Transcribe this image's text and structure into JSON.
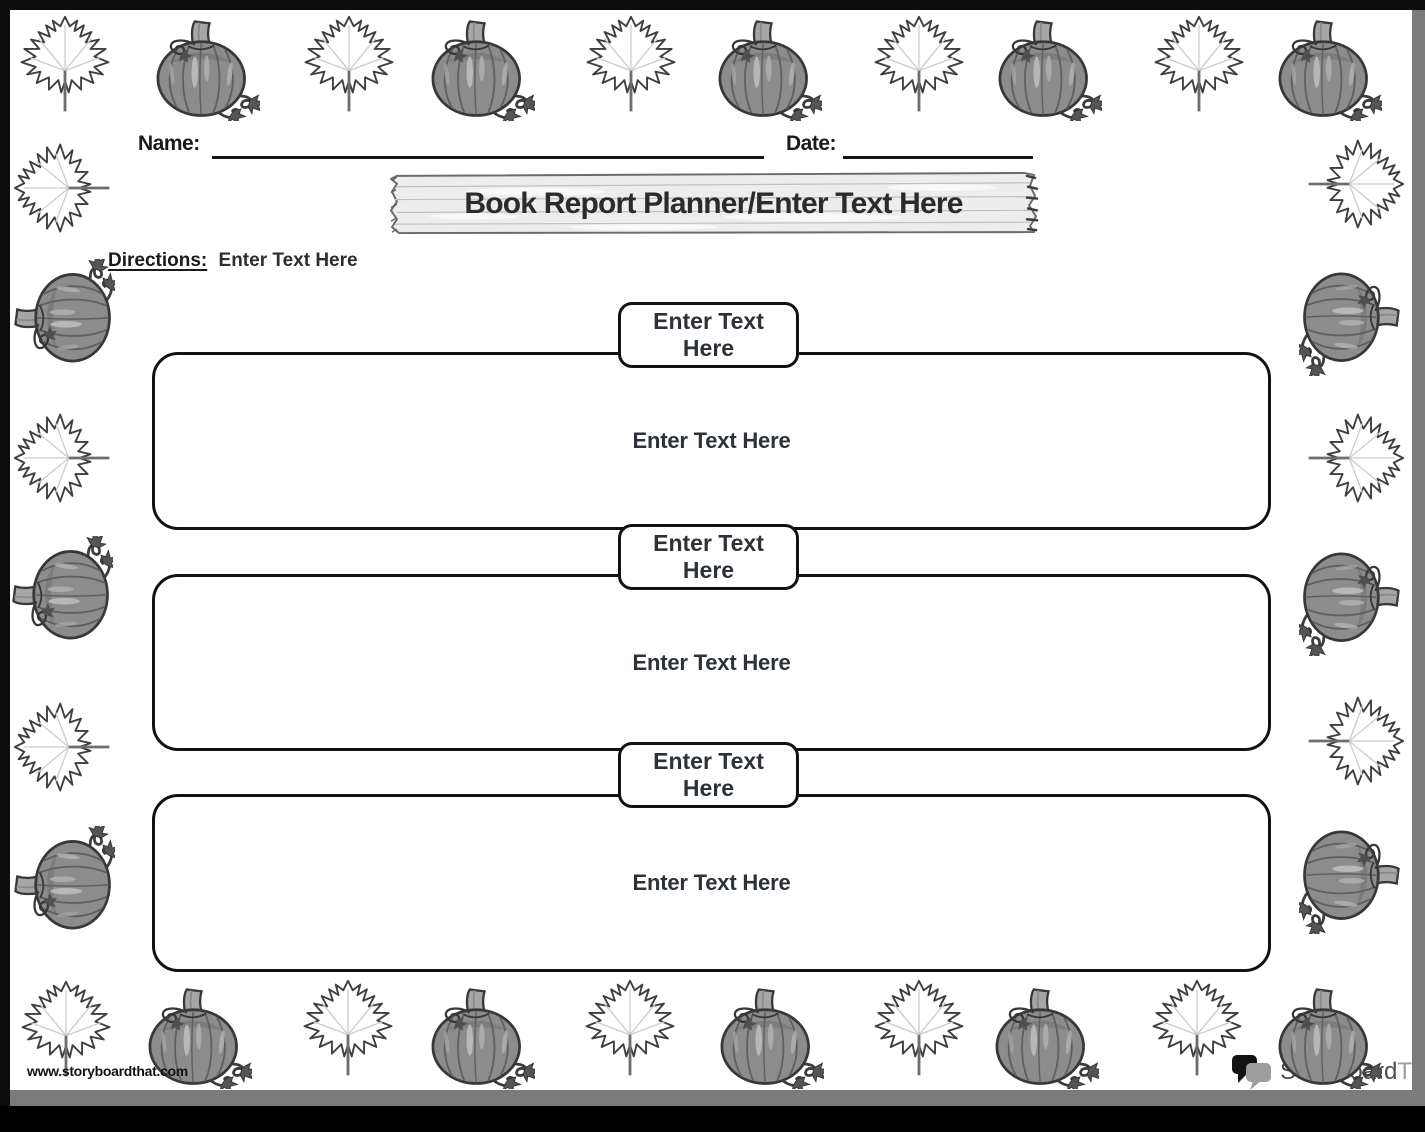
{
  "header": {
    "name_label": "Name:",
    "date_label": "Date:",
    "title": "Book Report Planner/Enter Text Here",
    "directions_label": "Directions:",
    "directions_text": "Enter Text Here"
  },
  "sections": [
    {
      "label": "Enter Text Here",
      "body": "Enter Text Here"
    },
    {
      "label": "Enter Text Here",
      "body": "Enter Text Here"
    },
    {
      "label": "Enter Text Here",
      "body": "Enter Text Here"
    }
  ],
  "footer": {
    "website": "www.storyboardthat.com",
    "brand_first": "Storyboard",
    "brand_second": "That"
  },
  "icons": {
    "border_decorations": [
      "maple-leaf-icon",
      "pumpkin-icon"
    ],
    "logo": "speech-bubbles-icon"
  },
  "colors": {
    "frame_black": "#0c0c0c",
    "shadow_gray": "#7b7b7b",
    "pumpkin_gray": "#8c8c8c",
    "ink": "#1a1a1a"
  }
}
